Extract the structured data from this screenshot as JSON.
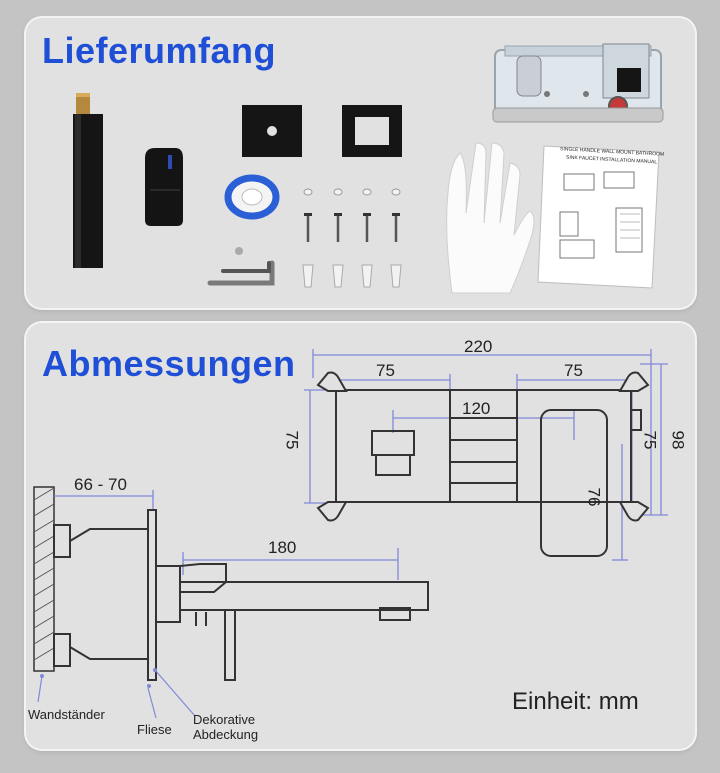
{
  "section_scope": {
    "title": "Lieferumfang"
  },
  "manual": {
    "title_line1": "SINGLE HANDLE WALL MOUNT BATHROOM",
    "title_line2": "SINK FAUCET INSTALLATION MANUAL"
  },
  "section_dimensions": {
    "title": "Abmessungen",
    "dim_total_width": "220",
    "dim_left_width": "75",
    "dim_right_width": "75",
    "dim_center_distance": "120",
    "dim_left_height": "75",
    "dim_right_inner_height": "75",
    "dim_right_outer_height": "98",
    "dim_cover_height": "76",
    "dim_wall_depth": "66 - 70",
    "dim_spout_length": "180",
    "label_wall": "Wandständer",
    "label_tile": "Fliese",
    "label_cover": "Dekorative Abdeckung",
    "label_cover_line1": "Dekorative",
    "label_cover_line2": "Abdeckung",
    "unit": "Einheit: mm"
  },
  "colors": {
    "heading": "#1f4fd6",
    "dimension_line": "#8089d8",
    "drawing_line": "#333333",
    "panel": "#e1e1e1",
    "background": "#c4c4c4"
  }
}
